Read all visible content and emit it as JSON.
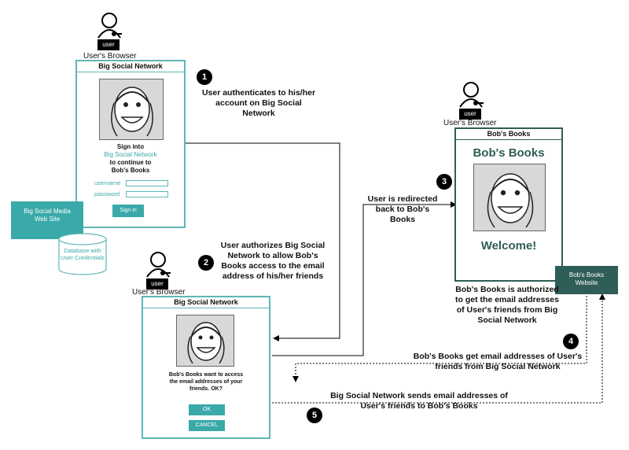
{
  "user_icon_label": "user",
  "browser_caption": "User's Browser",
  "big_social_login": {
    "title": "Big Social Network",
    "sign_into": "Sign into",
    "network_name": "Big Social Network",
    "continue_to": "to continue to",
    "app_name": "Bob's Books",
    "username_label": "username",
    "password_label": "password",
    "sign_in_button": "Sign in"
  },
  "big_social_web_site": "Big Social Media Web Site",
  "database_label": "Database with User Credentials",
  "big_social_consent": {
    "title": "Big Social Network",
    "message": "Bob's Books want to access the email addresses of your friends. OK?",
    "ok_button": "OK",
    "cancel_button": "CANCEL"
  },
  "bobs_books_window": {
    "title": "Bob's Books",
    "heading": "Bob's Books",
    "welcome": "Welcome!"
  },
  "bobs_books_website": "Bob's Books Website",
  "steps": [
    {
      "number": "1",
      "text": "User authenticates to his/her account on Big Social Network"
    },
    {
      "number": "2",
      "text": "User authorizes Big Social Network to allow Bob's Books access to the email address of his/her friends"
    },
    {
      "number": "3",
      "text": "User is redirected back to Bob's Books"
    },
    {
      "number": "4",
      "text": "Bob's Books get email addresses of User's friends from Big Social Network"
    },
    {
      "number": "5",
      "text": "Big Social Network sends email addresses of User's friends to Bob's Books"
    }
  ],
  "authorized_note": "Bob's Books is authorized to get the email addresses of User's friends from Big Social Network",
  "colors": {
    "teal": "#3aa9a9",
    "teal_border": "#5fb6b6",
    "dark_green": "#2f5d57",
    "face_bg": "#d8d8d8"
  }
}
